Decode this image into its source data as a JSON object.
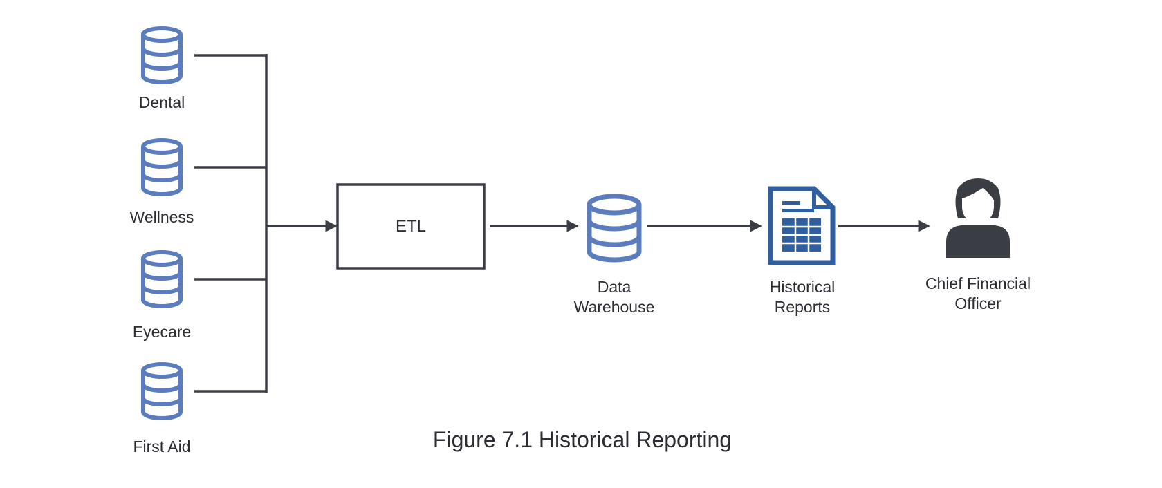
{
  "sources": [
    {
      "id": "dental",
      "label": "Dental"
    },
    {
      "id": "wellness",
      "label": "Wellness"
    },
    {
      "id": "eyecare",
      "label": "Eyecare"
    },
    {
      "id": "first-aid",
      "label": "First Aid"
    }
  ],
  "etl": {
    "label": "ETL"
  },
  "warehouse": {
    "line1": "Data",
    "line2": "Warehouse"
  },
  "reports": {
    "line1": "Historical",
    "line2": "Reports"
  },
  "officer": {
    "line1": "Chief Financial",
    "line2": "Officer"
  },
  "caption": "Figure 7.1 Historical Reporting",
  "colors": {
    "database": "#5b7dbd",
    "report": "#2f5f9e",
    "person": "#3a3d44",
    "line": "#3a3d44"
  },
  "icons": {
    "source": "database-icon",
    "warehouse": "database-icon",
    "reports": "spreadsheet-document-icon",
    "officer": "person-icon"
  }
}
